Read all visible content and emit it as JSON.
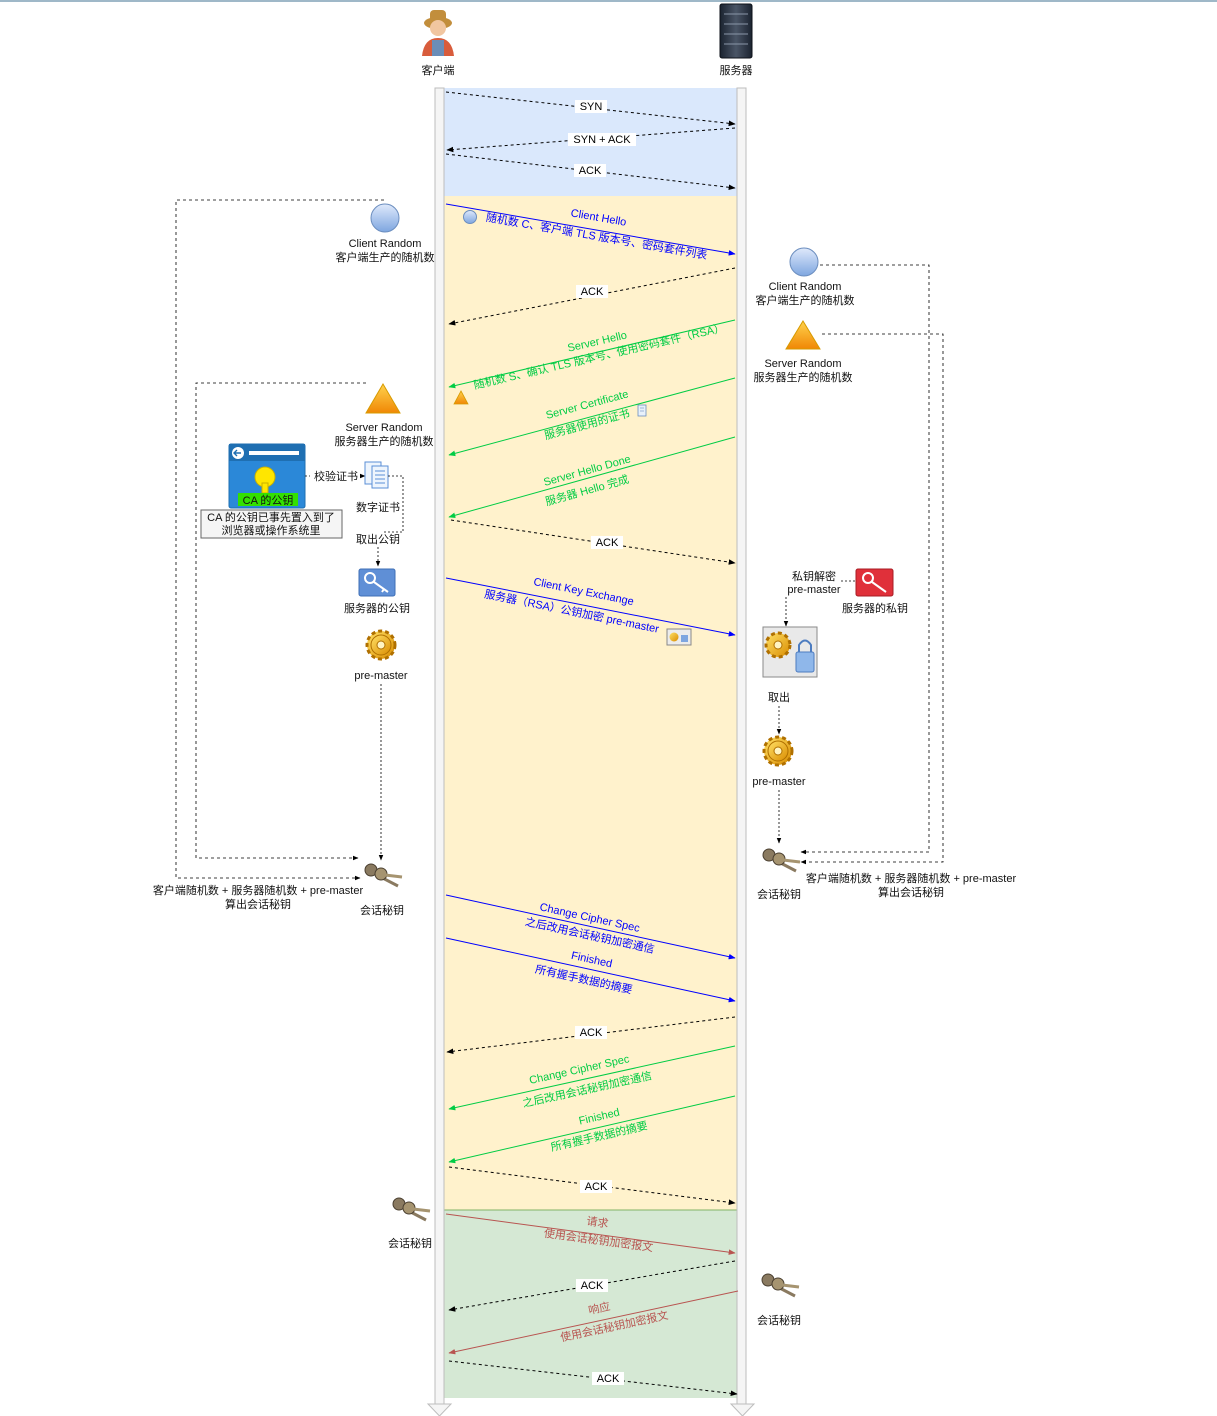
{
  "actors": {
    "client": "客户端",
    "server": "服务器"
  },
  "tcp": {
    "syn": "SYN",
    "synack": "SYN + ACK",
    "ack": "ACK"
  },
  "tls": {
    "client_hello": {
      "title": "Client Hello",
      "detail": "随机数 C、客户端 TLS 版本号、密码套件列表"
    },
    "ack1": "ACK",
    "server_hello": {
      "title": "Server Hello",
      "detail": "随机数 S、确认 TLS 版本号、使用密码套件（RSA）"
    },
    "server_certificate": {
      "title": "Server Certificate",
      "detail": "服务器使用的证书"
    },
    "server_hello_done": {
      "title": "Server Hello Done",
      "detail": "服务器 Hello 完成"
    },
    "ack2": "ACK",
    "client_key_exchange": {
      "title": "Client Key Exchange",
      "detail": "服务器（RSA）公钥加密 pre-master"
    },
    "change_cipher_client": {
      "title": "Change Cipher Spec",
      "detail": "之后改用会话秘钥加密通信"
    },
    "finished_client": {
      "title": "Finished",
      "detail": "所有握手数据的摘要"
    },
    "ack3": "ACK",
    "change_cipher_server": {
      "title": "Change Cipher Spec",
      "detail": "之后改用会话秘钥加密通信"
    },
    "finished_server": {
      "title": "Finished",
      "detail": "所有握手数据的摘要"
    },
    "ack4": "ACK"
  },
  "data_phase": {
    "request": {
      "title": "请求",
      "detail": "使用会话秘钥加密报文"
    },
    "ack1": "ACK",
    "response": {
      "title": "响应",
      "detail": "使用会话秘钥加密报文"
    },
    "ack2": "ACK"
  },
  "client_side": {
    "client_random": [
      "Client Random",
      "客户端生产的随机数"
    ],
    "server_random": [
      "Server Random",
      "服务器生产的随机数"
    ],
    "verify_cert": "校验证书",
    "ca_pubkey": "CA 的公钥",
    "ca_note": [
      "CA 的公钥已事先置入到了",
      "浏览器或操作系统里"
    ],
    "digital_cert": "数字证书",
    "extract_pubkey": "取出公钥",
    "server_pubkey": "服务器的公钥",
    "pre_master": "pre-master",
    "session_key": "会话秘钥",
    "compute": [
      "客户端随机数 + 服务器随机数 +  pre-master",
      "算出会话秘钥"
    ],
    "session_key_bottom": "会话秘钥"
  },
  "server_side": {
    "client_random": [
      "Client Random",
      "客户端生产的随机数"
    ],
    "server_random": [
      "Server Random",
      "服务器生产的随机数"
    ],
    "decrypt": [
      "私钥解密",
      "pre-master"
    ],
    "server_privkey": "服务器的私钥",
    "extract": "取出",
    "pre_master": "pre-master",
    "session_key": "会话秘钥",
    "compute": [
      "客户端随机数 + 服务器随机数 +  pre-master",
      "算出会话秘钥"
    ],
    "session_key_bottom": "会话秘钥"
  },
  "colors": {
    "tcp_bg": "#dae8fc",
    "tls_bg": "#fff2cc",
    "data_bg": "#d5e8d4",
    "client_msg": "#0000ff",
    "server_msg": "#00cc44",
    "data_msg": "#b85450",
    "ack": "#000000"
  }
}
